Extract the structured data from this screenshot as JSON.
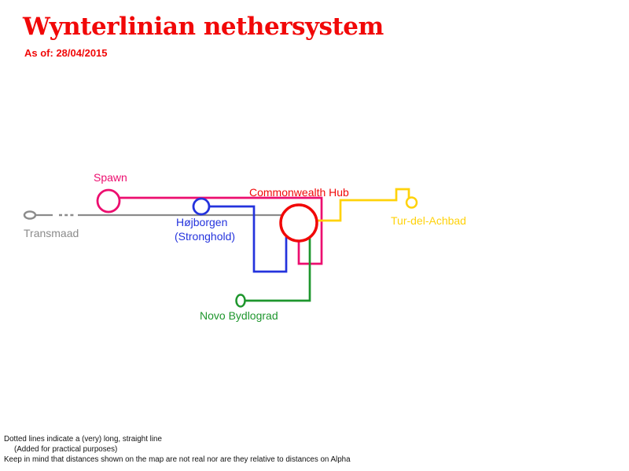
{
  "title": "Wynterlinian nethersystem",
  "subtitle": "As of: 28/04/2015",
  "colors": {
    "red": "#f10808",
    "pink": "#ec0e6f",
    "blue": "#2433dd",
    "green": "#1e962d",
    "yellow": "#ffd20a",
    "gray": "#8b8b8b",
    "note_black": "#111111"
  },
  "stations": {
    "transmaad": {
      "label": "Transmaad"
    },
    "spawn": {
      "label": "Spawn"
    },
    "hojborgen": {
      "label": "Højborgen",
      "sublabel": "(Stronghold)"
    },
    "hub": {
      "label": "Commonwealth Hub"
    },
    "tur_del_achbad": {
      "label": "Tur-del-Achbad"
    },
    "novo_bydlograd": {
      "label": "Novo Bydlograd"
    }
  },
  "connections": [
    {
      "from": "Transmaad",
      "to": "Commonwealth Hub",
      "color": "gray",
      "style": "partly dotted"
    },
    {
      "from": "Spawn",
      "to": "Commonwealth Hub",
      "color": "pink",
      "style": "solid"
    },
    {
      "from": "Højborgen (Stronghold)",
      "to": "Commonwealth Hub",
      "color": "blue",
      "style": "solid"
    },
    {
      "from": "Commonwealth Hub",
      "to": "Tur-del-Achbad",
      "color": "yellow",
      "style": "solid"
    },
    {
      "from": "Commonwealth Hub",
      "to": "Novo Bydlograd",
      "color": "green",
      "style": "solid"
    }
  ],
  "notes": {
    "line1": "Dotted lines indicate a (very) long, straight line",
    "line2": "(Added for practical purposes)",
    "line3": "Keep in mind that distances shown on the map are not real nor are they relative to distances on Alpha"
  }
}
